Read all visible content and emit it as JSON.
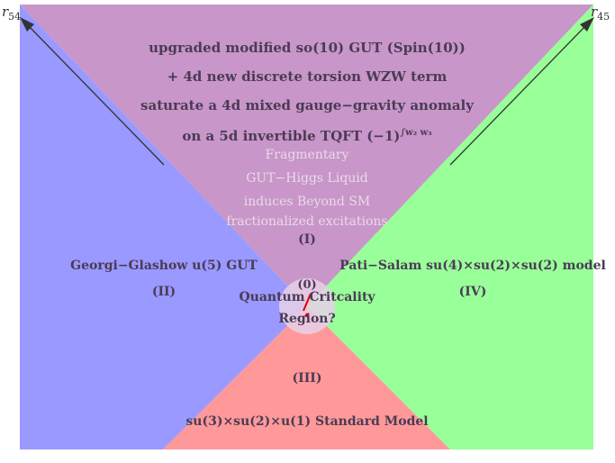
{
  "axes": {
    "left": {
      "var": "r",
      "sub": "54"
    },
    "right": {
      "var": "r",
      "sub": "45"
    }
  },
  "region_I": {
    "label": "(I)",
    "bold_lines": [
      "upgraded modified so(10) GUT (Spin(10))",
      "+ 4d new discrete torsion WZW term",
      "saturate a 4d mixed gauge−gravity anomaly",
      "on a 5d invertible TQFT (−1)"
    ],
    "exponent": "∫w₂ w₃",
    "faint_lines": [
      "Fragmentary",
      "GUT−Higgs Liquid",
      "induces Beyond SM",
      "fractionalized excitations"
    ]
  },
  "region_II": {
    "title": "Georgi−Glashow u(5) GUT",
    "label": "(II)"
  },
  "region_III": {
    "label": "(III)",
    "title": "su(3)×su(2)×u(1) Standard Model"
  },
  "region_IV": {
    "title": "Pati−Salam su(4)×su(2)×su(2) model",
    "label": "(IV)"
  },
  "center": {
    "label": "(0)",
    "line1": "Quantum Critcality",
    "line2": "Region?",
    "mark": "?"
  },
  "colors": {
    "purple": "#c896c8",
    "blue": "#9999ff",
    "green": "#99ff99",
    "red": "#ff9999",
    "circle": "#e8d0e8",
    "mark": "#dd0000"
  }
}
